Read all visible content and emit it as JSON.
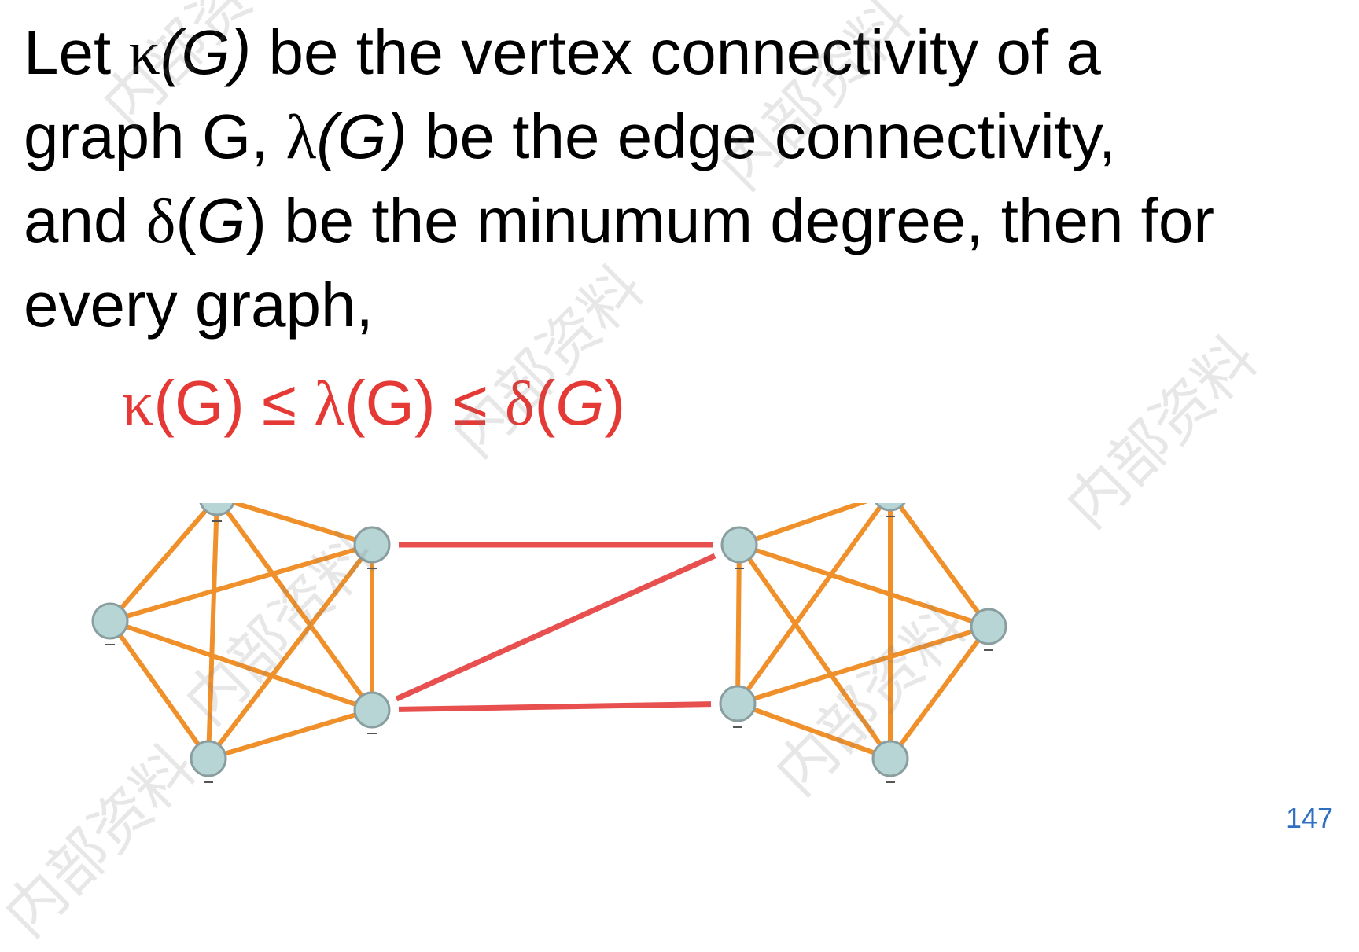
{
  "text": {
    "lines": [
      [
        {
          "t": "Let ",
          "c": "plain"
        },
        {
          "t": "κ",
          "c": "greek"
        },
        {
          "t": "(G)",
          "c": "it"
        },
        {
          "t": " be the vertex connectivity of a",
          "c": "plain"
        }
      ],
      [
        {
          "t": "graph G, ",
          "c": "plain"
        },
        {
          "t": "λ",
          "c": "greek"
        },
        {
          "t": "(G)",
          "c": "it"
        },
        {
          "t": " be the edge connectivity,",
          "c": "plain"
        }
      ],
      [
        {
          "t": "and ",
          "c": "plain"
        },
        {
          "t": "δ",
          "c": "greek"
        },
        {
          "t": "(",
          "c": "plain"
        },
        {
          "t": "G",
          "c": "it"
        },
        {
          "t": ") be the minumum degree, then for",
          "c": "plain"
        }
      ],
      [
        {
          "t": "every graph,",
          "c": "plain"
        }
      ]
    ]
  },
  "formula": {
    "color": "#e53935",
    "parts": [
      {
        "t": "κ",
        "c": "greek"
      },
      {
        "t": "(G) ≤ ",
        "c": "plain"
      },
      {
        "t": "λ",
        "c": "greek"
      },
      {
        "t": "(G) ≤ ",
        "c": "plain"
      },
      {
        "t": "δ",
        "c": "greek"
      },
      {
        "t": "(",
        "c": "plain"
      },
      {
        "t": "G",
        "c": "it"
      },
      {
        "t": ")",
        "c": "plain"
      }
    ]
  },
  "graph": {
    "colors": {
      "node_fill": "#b7d5d4",
      "node_stroke": "#8a9ea0",
      "internal_edge": "#f0902a",
      "bridge_edge": "#e85050"
    },
    "left_cluster": [
      "L1",
      "L2",
      "L3",
      "L4",
      "L5"
    ],
    "right_cluster": [
      "R1",
      "R2",
      "R3",
      "R4",
      "R5"
    ],
    "internal_edges": [
      [
        "L1",
        "L2"
      ],
      [
        "L1",
        "L3"
      ],
      [
        "L1",
        "L4"
      ],
      [
        "L1",
        "L5"
      ],
      [
        "L2",
        "L3"
      ],
      [
        "L2",
        "L4"
      ],
      [
        "L2",
        "L5"
      ],
      [
        "L3",
        "L4"
      ],
      [
        "L3",
        "L5"
      ],
      [
        "L4",
        "L5"
      ],
      [
        "R1",
        "R2"
      ],
      [
        "R1",
        "R3"
      ],
      [
        "R1",
        "R4"
      ],
      [
        "R1",
        "R5"
      ],
      [
        "R2",
        "R3"
      ],
      [
        "R2",
        "R4"
      ],
      [
        "R2",
        "R5"
      ],
      [
        "R3",
        "R4"
      ],
      [
        "R3",
        "R5"
      ],
      [
        "R4",
        "R5"
      ]
    ],
    "bridge_edges": [
      [
        "L3",
        "R2"
      ],
      [
        "L5",
        "R2"
      ],
      [
        "L5",
        "R4"
      ]
    ]
  },
  "page_number": "147",
  "watermark": "内部资料"
}
